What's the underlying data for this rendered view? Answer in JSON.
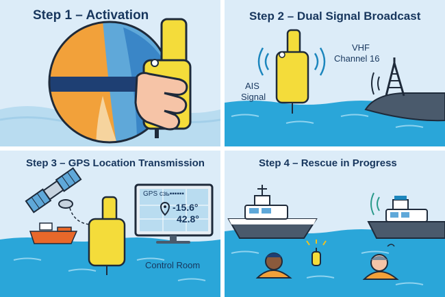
{
  "colors": {
    "panel_bg": "#dcecf8",
    "sea": "#2aa6d9",
    "sea_dark": "#1c86bd",
    "beacon_yellow": "#f4dc3a",
    "outline": "#1e2a3a",
    "title_navy": "#17365d",
    "life_jacket_orange": "#f2a13a",
    "boat_grey": "#4a5a6c"
  },
  "panels": [
    {
      "title": "Step 1 – Activation",
      "icons": [
        "hand-icon",
        "beacon-icon",
        "life-jacket-icon"
      ]
    },
    {
      "title": "Step 2 – Dual Signal Broadcast",
      "labels": {
        "ais": "AIS\nSignal",
        "ais_line1": "AIS",
        "ais_line2": "Signal",
        "vhf_line1": "VHF",
        "vhf_line2": "Channel 16"
      },
      "icons": [
        "beacon-icon",
        "signal-waves-icon",
        "radio-tower-icon"
      ]
    },
    {
      "title": "Step 3 – GPS Location Transmission",
      "monitor": {
        "header": "GPS сзь▪▪▪▪▪▪",
        "lat": "-15.6°",
        "lon": "42.8°"
      },
      "control_room": "Control Room",
      "icons": [
        "satellite-icon",
        "ship-icon",
        "beacon-icon",
        "monitor-icon",
        "location-pin-icon"
      ]
    },
    {
      "title": "Step 4 – Rescue in Progress",
      "icons": [
        "rescue-boat-icon",
        "boat-icon",
        "person-in-water-icon",
        "beacon-icon"
      ]
    }
  ]
}
